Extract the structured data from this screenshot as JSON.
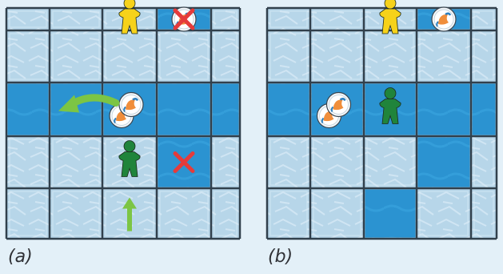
{
  "panels": [
    {
      "id": "a",
      "label": "(a)",
      "grid": {
        "cols": 5,
        "rows": 5,
        "dark_rows": [
          2
        ],
        "dark_cells": [
          [
            0,
            3
          ],
          [
            3,
            3
          ]
        ],
        "ice_color": "#b7d6e9",
        "dark_color": "#2b93d1",
        "line_color": "#31404c"
      },
      "pieces": [
        {
          "type": "pawn",
          "color": "yellow",
          "hex": "#f6d21a",
          "cell": [
            0,
            2
          ]
        },
        {
          "type": "pawn",
          "color": "green",
          "hex": "#20843b",
          "cell": [
            3,
            2
          ]
        },
        {
          "type": "fish-token",
          "cell": [
            0,
            3
          ],
          "crossed": true
        },
        {
          "type": "fish-token",
          "cell": [
            2,
            2
          ],
          "stack": 2
        },
        {
          "type": "cross-mark",
          "cell": [
            3,
            3
          ]
        },
        {
          "type": "curved-arrow",
          "direction": "left",
          "cell": [
            2,
            1
          ]
        },
        {
          "type": "straight-arrow",
          "direction": "up",
          "cell": [
            4,
            2
          ]
        }
      ]
    },
    {
      "id": "b",
      "label": "(b)",
      "grid": {
        "cols": 5,
        "rows": 5,
        "dark_rows": [
          2
        ],
        "dark_cells": [
          [
            0,
            3
          ],
          [
            3,
            3
          ],
          [
            4,
            2
          ]
        ],
        "ice_color": "#b7d6e9",
        "dark_color": "#2b93d1",
        "line_color": "#31404c"
      },
      "pieces": [
        {
          "type": "pawn",
          "color": "yellow",
          "hex": "#f6d21a",
          "cell": [
            0,
            2
          ]
        },
        {
          "type": "pawn",
          "color": "green",
          "hex": "#20843b",
          "cell": [
            2,
            2
          ]
        },
        {
          "type": "fish-token",
          "cell": [
            0,
            3
          ]
        },
        {
          "type": "fish-token",
          "cell": [
            2,
            1
          ],
          "stack": 2
        }
      ]
    }
  ],
  "colors": {
    "cross": "#e53b3b",
    "arrow": "#7cc544",
    "fish": "#f08e3b",
    "fish_fin": "#2b7fc0"
  }
}
